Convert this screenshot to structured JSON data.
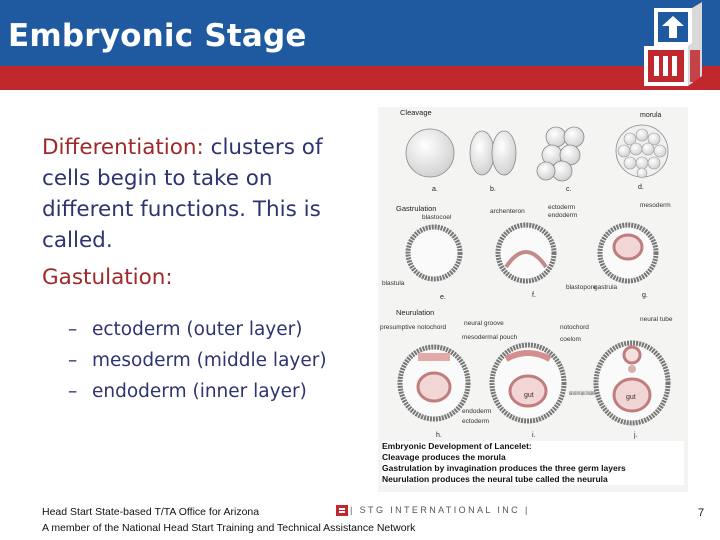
{
  "header": {
    "title": "Embryonic Stage"
  },
  "content": {
    "differentiation_term": "Differentiation:",
    "differentiation_text": " clusters of cells begin to take on different functions.  This is called.",
    "gastulation_term": "Gastulation:",
    "layers": [
      {
        "dash": "–",
        "text": "ectoderm (outer layer)"
      },
      {
        "dash": "–",
        "text": "mesoderm (middle layer)"
      },
      {
        "dash": "–",
        "text": "endoderm (inner layer)"
      }
    ]
  },
  "figure": {
    "section_cleavage": "Cleavage",
    "label_morula": "morula",
    "label_a": "a.",
    "label_b": "b.",
    "label_c": "c.",
    "label_d": "d.",
    "section_gastrulation": "Gastrulation",
    "label_blastocoel": "blastocoel",
    "label_archenteron": "archenteron",
    "label_ectoderm": "ectoderm",
    "label_endoderm": "endoderm",
    "label_mesoderm": "mesoderm",
    "label_blastula": "blastula",
    "label_e": "e.",
    "label_f": "f.",
    "label_blastopore": "blastopore",
    "label_gastrula": "gastrula",
    "label_g": "g.",
    "section_neurulation": "Neurulation",
    "label_neural_tube": "neural tube",
    "label_presumptive_notochord": "presumptive notochord",
    "label_neural_groove": "neural groove",
    "label_mesodermal_pouch": "mesodermal pouch",
    "label_notochord": "notochord",
    "label_coelom": "coelom",
    "label_gut": "gut",
    "label_gut2": "gut",
    "label_endoderm2": "endoderm",
    "label_ectoderm2": "ectoderm",
    "label_outer_inner": "outer and inner layers of mesoderm",
    "label_h": "h.",
    "label_i": "i.",
    "label_j": "j.",
    "caption_title": "Embryonic Development of Lancelet:",
    "caption_line1": "Cleavage produces the morula",
    "caption_line2": "Gastrulation by invagination produces the three germ layers",
    "caption_line3": "Neurulation produces the neural tube called the neurula"
  },
  "footer": {
    "line1": "Head Start State-based T/TA Office for Arizona",
    "line2": "A member of the National Head Start Training and Technical Assistance Network",
    "stg_logo_text": "| STG INTERNATIONAL INC |",
    "slide_number": "7"
  },
  "colors": {
    "header_blue": "#1f5aa0",
    "header_red": "#c0282e",
    "text_navy": "#2d3470",
    "text_red": "#a0282a"
  }
}
